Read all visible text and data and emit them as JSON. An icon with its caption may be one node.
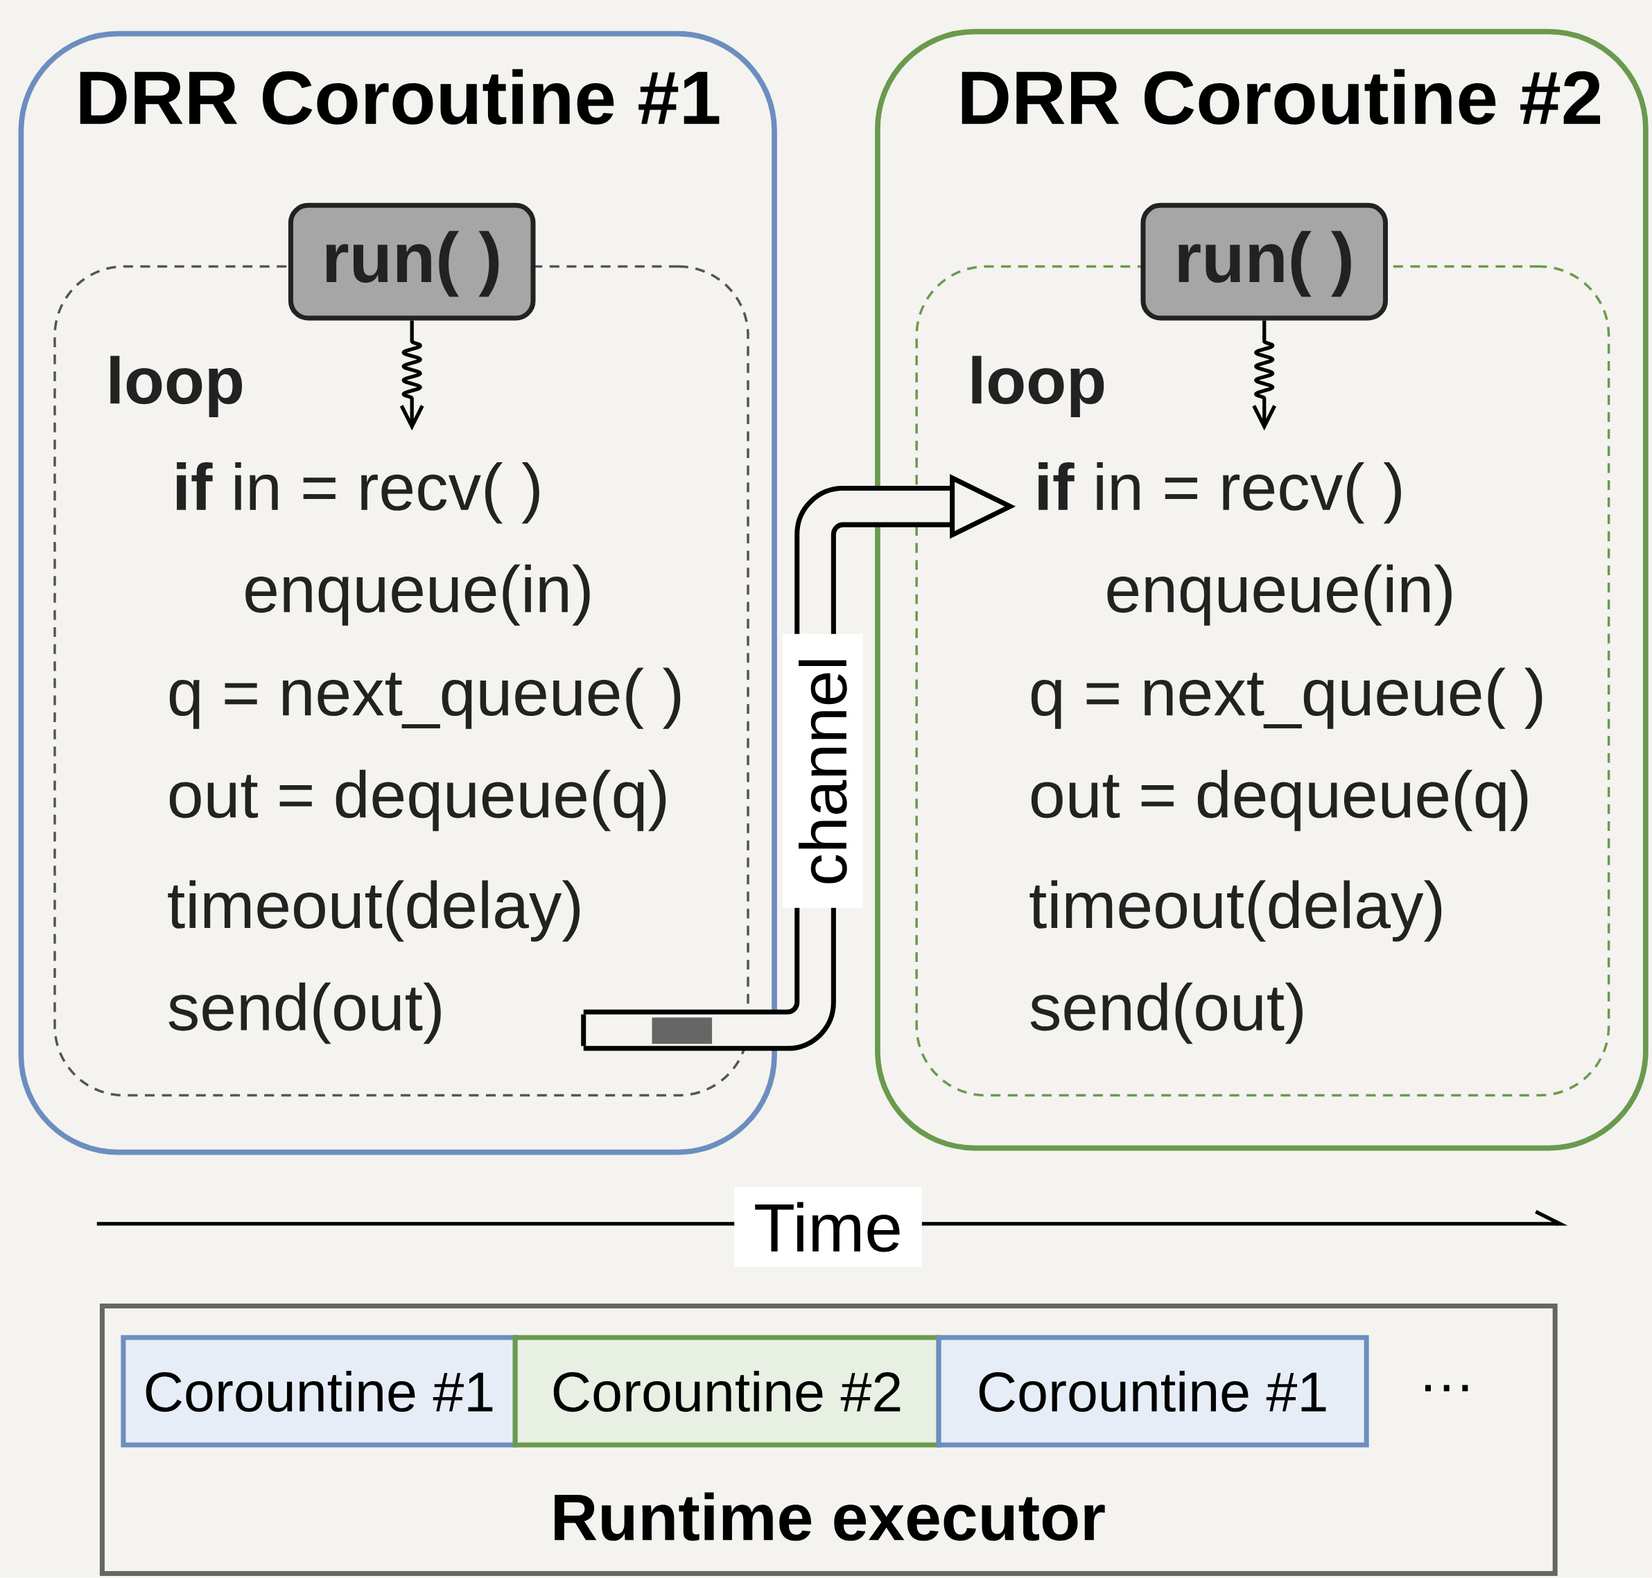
{
  "diagram": {
    "nodes": [
      {
        "text": [
          "DRR Coroutine #1"
        ]
      },
      {
        "text": [
          "loop",
          "**if** in = recv( )",
          "enqueue(in)",
          "q = next_queue( )",
          "out = dequeue(q)",
          "timeout(delay)",
          "send(out)"
        ],
        "in": 0
      },
      {
        "text": [
          "run( )"
        ],
        "in": 0
      },
      {
        "text": [
          "DRR Coroutine #2"
        ]
      },
      {
        "text": [
          "loop",
          "**if** in = recv( )",
          "enqueue(in)",
          "q = next_queue( )",
          "out = dequeue(q)",
          "timeout(delay)",
          "send(out)"
        ],
        "in": 3
      },
      {
        "text": [
          "run( )"
        ],
        "in": 3
      },
      {
        "text": [
          "Runtime executor"
        ]
      },
      {
        "text": [
          "Corountine #1"
        ],
        "in": 6
      },
      {
        "text": [
          "Corountine #2"
        ],
        "in": 6
      },
      {
        "text": [
          "Corountine #1"
        ],
        "in": 6
      }
    ],
    "edges": [
      {
        "from": 2,
        "to": 1,
        "arrow": "to"
      },
      {
        "from": 5,
        "to": 4,
        "arrow": "to"
      },
      {
        "from": 1,
        "to": 4,
        "arrow": "to",
        "label": "channel",
        "style": "thick"
      }
    ],
    "labels": [
      "Time",
      "…"
    ]
  }
}
